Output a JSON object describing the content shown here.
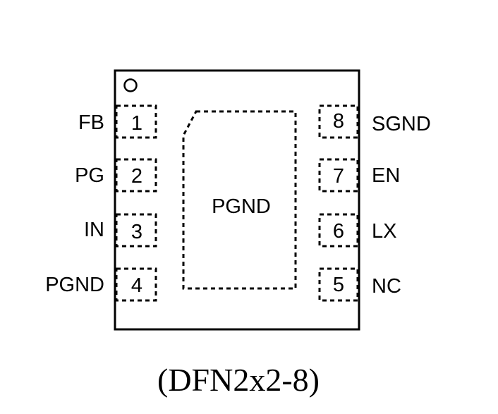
{
  "package": {
    "caption": "(DFN2x2-8)",
    "exposed_pad_label": "PGND"
  },
  "pins_left": [
    {
      "number": "1",
      "name": "FB"
    },
    {
      "number": "2",
      "name": "PG"
    },
    {
      "number": "3",
      "name": "IN"
    },
    {
      "number": "4",
      "name": "PGND"
    }
  ],
  "pins_right": [
    {
      "number": "8",
      "name": "SGND"
    },
    {
      "number": "7",
      "name": "EN"
    },
    {
      "number": "6",
      "name": "LX"
    },
    {
      "number": "5",
      "name": "NC"
    }
  ]
}
